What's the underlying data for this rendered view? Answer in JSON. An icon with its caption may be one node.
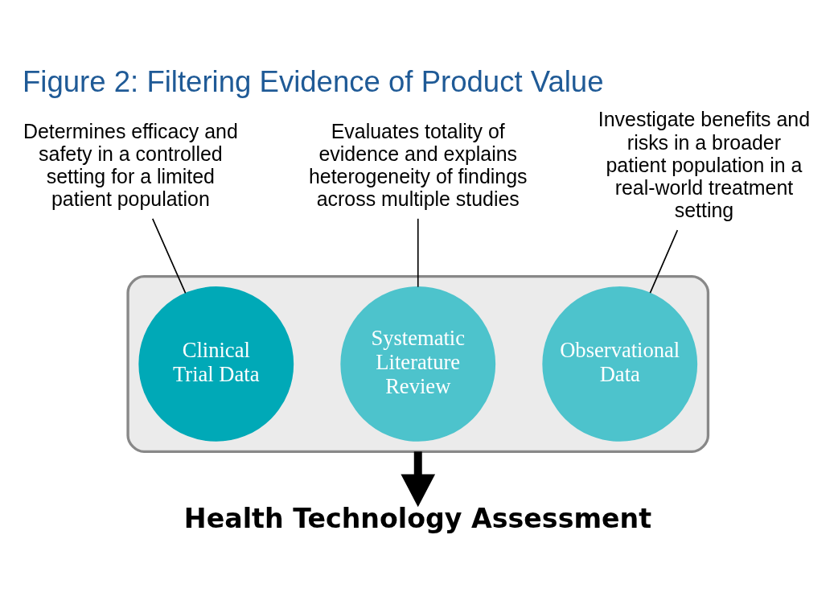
{
  "diagram": {
    "title": "Figure 2: Filtering Evidence of Product Value",
    "nodes": [
      {
        "text": [],
        "shape": "funnel"
      },
      {
        "text": [
          "Systematic Literature Review"
        ],
        "in": 0
      },
      {
        "text": [
          "Clinical Trial Data"
        ],
        "in": 0
      },
      {
        "text": [
          "Observational Data"
        ],
        "in": 0
      },
      {
        "text": [
          "Determines efficacy and safety in a controlled setting for a limited patient population"
        ]
      },
      {
        "text": [
          "Evaluates totality of evidence and explains heterogeneity of findings across multiple studies"
        ]
      },
      {
        "text": [
          "Investigate benefits and risks in a broader patient population in a real-world treatment setting"
        ]
      },
      {
        "text": [
          "Health Technology Assessment"
        ]
      }
    ],
    "edges": [
      {
        "from": 4,
        "to": 2,
        "arrow": "none"
      },
      {
        "from": 5,
        "to": 1,
        "arrow": "none"
      },
      {
        "from": 6,
        "to": 3,
        "arrow": "none"
      },
      {
        "from": 0,
        "to": 7,
        "arrow": "to",
        "style": "thick"
      }
    ]
  }
}
